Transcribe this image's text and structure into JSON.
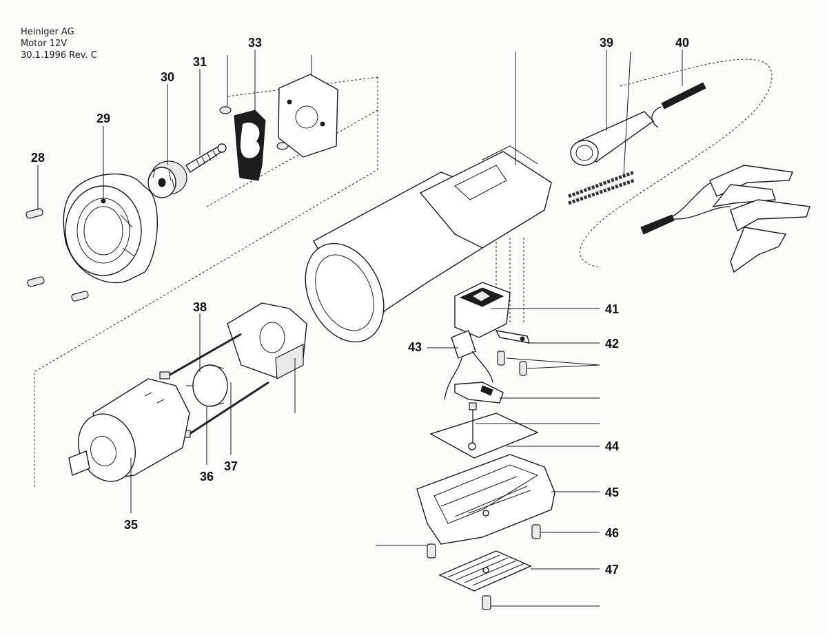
{
  "header": {
    "company": "Heiniger AG",
    "product": "Motor 12V",
    "revision": "30.1.1996 Rev. C"
  },
  "callouts": {
    "c28": "28",
    "c29": "29",
    "c30": "30",
    "c31": "31",
    "c33": "33",
    "c35": "35",
    "c36": "36",
    "c37": "37",
    "c38": "38",
    "c39": "39",
    "c40": "40",
    "c41": "41",
    "c42": "42",
    "c43": "43",
    "c44": "44",
    "c45": "45",
    "c46": "46",
    "c47": "47"
  }
}
